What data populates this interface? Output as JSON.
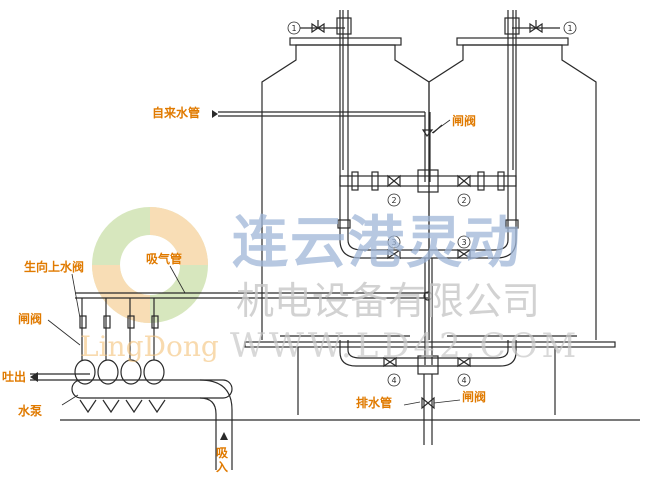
{
  "labels": {
    "tap_water_pipe": "自来水管",
    "gate_valve_top": "闸阀",
    "lift_valve": "生向上水阀",
    "air_pipe": "吸气管",
    "gate_valve_left": "闸阀",
    "discharge": "吐出",
    "pump": "水泵",
    "drain_pipe": "排水管",
    "gate_valve_bottom": "闸阀",
    "suction": "吸入"
  },
  "markers": {
    "m1": "1",
    "m2": "2",
    "m3": "3",
    "m4": "4"
  },
  "watermark": {
    "title": "连云港灵动",
    "subtitle": "机电设备有限公司",
    "latin": "LingDong",
    "url": "WWW.LD42.COM"
  },
  "colors": {
    "label": "#e07a00",
    "line": "#2a2a2a",
    "watermark_blue": "#9fb6d8",
    "watermark_gray": "#c8c8c8",
    "logo_green": "#b8d48a",
    "logo_orange": "#f4c27a"
  }
}
